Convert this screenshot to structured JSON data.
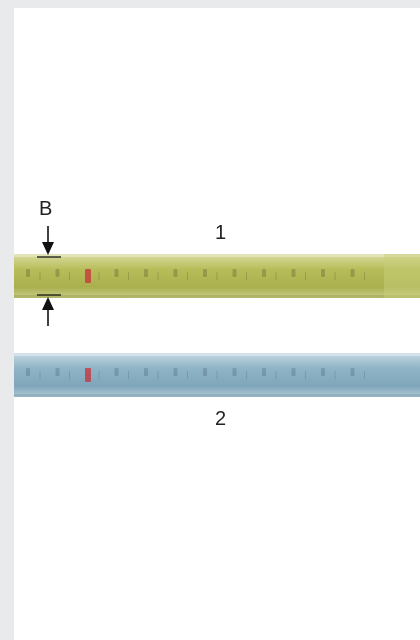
{
  "labels": {
    "dimension": "B",
    "tape_1": "1",
    "tape_2": "2"
  },
  "tapes": [
    {
      "name": "tape-1",
      "base_color": "#b8bd5a",
      "edge_color": "#8e9440",
      "mark_color": "#5a5f2e",
      "accent_color": "#c8303a",
      "marks": 12
    },
    {
      "name": "tape-2",
      "base_color": "#8fb4c7",
      "edge_color": "#6f94a6",
      "mark_color": "#4d6a7b",
      "accent_color": "#c8303a",
      "marks": 12
    }
  ]
}
